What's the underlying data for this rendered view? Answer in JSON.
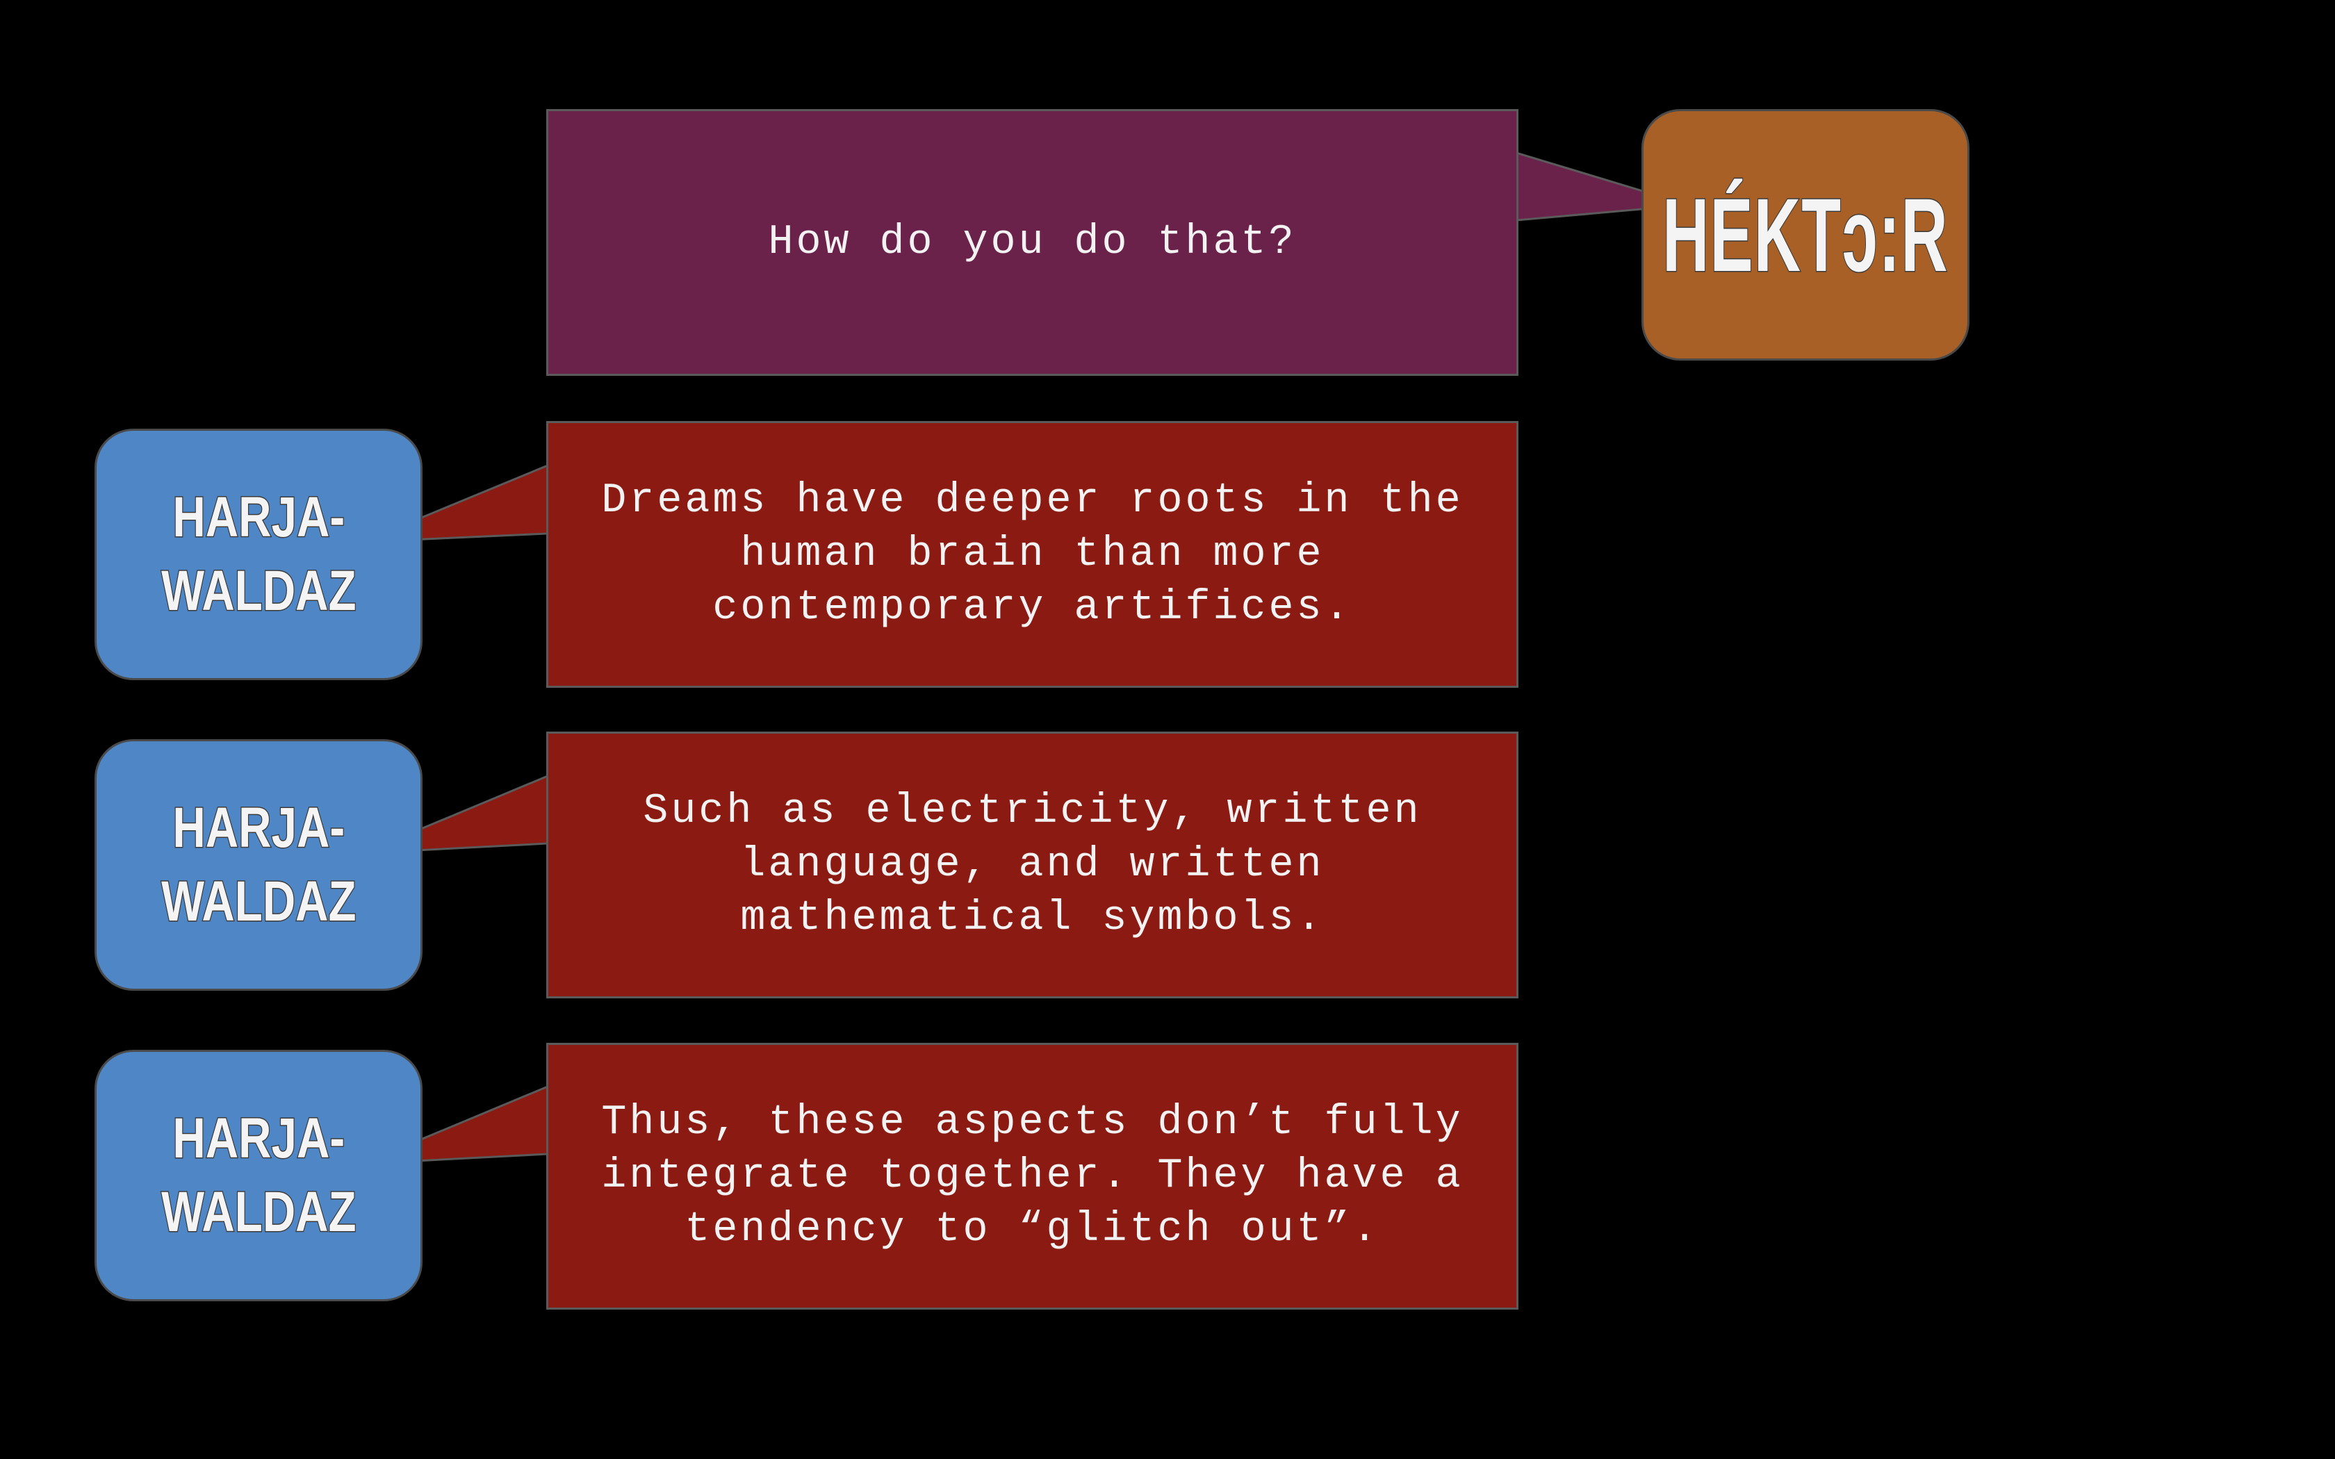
{
  "colors": {
    "background": "#000000",
    "question_bubble": "#6b224a",
    "answer_bubble": "#8b1a12",
    "hektor_badge": "#a86026",
    "harjawaldaz_badge": "#4f86c6"
  },
  "speakers": {
    "hektor": "HÉKTↄ:R",
    "harjawaldaz": "HARJA-\nWALDAZ"
  },
  "dialogue": [
    {
      "speaker": "hektor",
      "text": "How do you do that?"
    },
    {
      "speaker": "harjawaldaz",
      "text": "Dreams have deeper roots in the\nhuman brain than more\ncontemporary artifices."
    },
    {
      "speaker": "harjawaldaz",
      "text": "Such as electricity, written\nlanguage, and written\nmathematical symbols."
    },
    {
      "speaker": "harjawaldaz",
      "text": "Thus, these aspects don’t fully\nintegrate together. They have a\ntendency to “glitch out”."
    }
  ]
}
